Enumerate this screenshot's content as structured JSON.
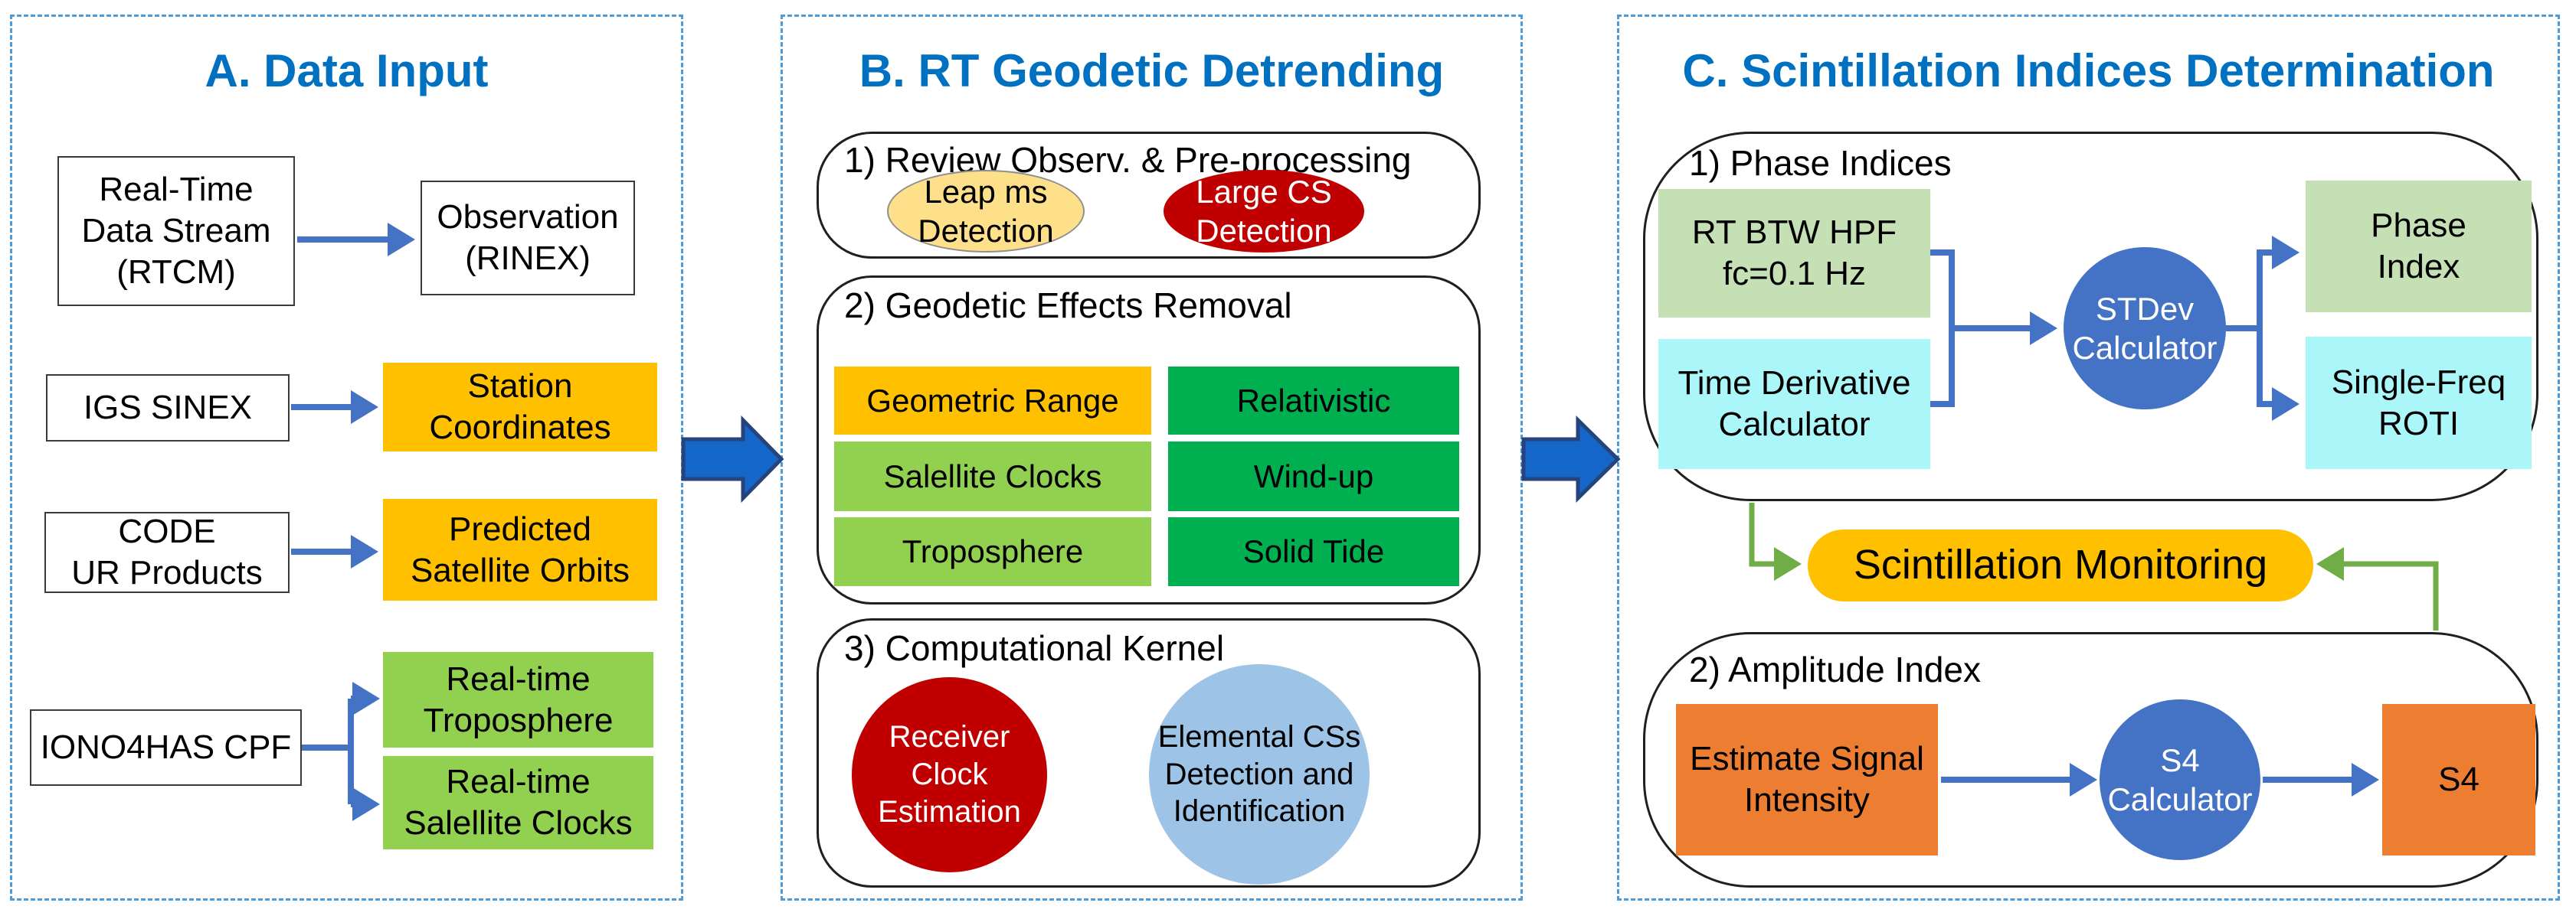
{
  "colors": {
    "title_blue": "#0070C0",
    "dashed_border": "#4D9BD9",
    "connector_blue": "#4472C4",
    "connector_green": "#70AD47",
    "block_arrow_fill": "#1467C8",
    "gold": "#FFC000",
    "light_green": "#92D050",
    "dark_green": "#00B050",
    "sage_green": "#C5E0B4",
    "cyan": "#ABF6F8",
    "orange": "#ED7D31",
    "dark_red": "#C00000",
    "light_blue": "#9DC3E6",
    "mid_blue": "#4472C4",
    "light_gold": "#FFE08A"
  },
  "panels": {
    "a": {
      "title": "A. Data Input",
      "nodes": {
        "rtcm": "Real-Time\nData Stream\n(RTCM)",
        "rinex": "Observation\n(RINEX)",
        "igs": "IGS SINEX",
        "station": "Station\nCoordinates",
        "code": "CODE\nUR Products",
        "orbits": "Predicted\nSatellite Orbits",
        "iono": "IONO4HAS CPF",
        "tropo": "Real-time\nTroposphere",
        "satclocks": "Real-time\nSalellite Clocks"
      }
    },
    "b": {
      "title": "B. RT Geodetic Detrending",
      "section1": {
        "label": "1) Review Observ. & Pre-processing",
        "leap": "Leap ms\nDetection",
        "largecs": "Large CS\nDetection"
      },
      "section2": {
        "label": "2) Geodetic Effects Removal",
        "grid": [
          "Geometric Range",
          "Relativistic",
          "Salellite Clocks",
          "Wind-up",
          "Troposphere",
          "Solid Tide"
        ]
      },
      "section3": {
        "label": "3) Computational Kernel",
        "receiver": "Receiver Clock\nEstimation",
        "elemental": "Elemental CSs\nDetection and\nIdentification"
      }
    },
    "c": {
      "title": "C. Scintillation Indices Determination",
      "section1": {
        "label": "1) Phase Indices",
        "hpf": "RT BTW HPF\nfc=0.1 Hz",
        "timederiv": "Time Derivative\nCalculator",
        "stdev": "STDev\nCalculator",
        "phase": "Phase\nIndex",
        "roti": "Single-Freq\nROTI"
      },
      "monitoring": "Scintillation Monitoring",
      "section2": {
        "label": "2) Amplitude Index",
        "estimate": "Estimate Signal\nIntensity",
        "s4calc": "S4\nCalculator",
        "s4": "S4"
      }
    }
  }
}
